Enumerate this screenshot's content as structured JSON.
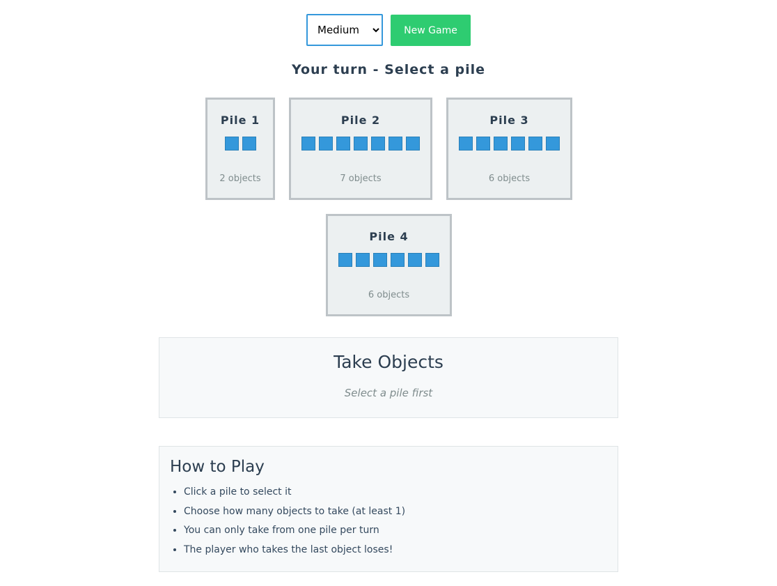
{
  "controls": {
    "difficulty": {
      "selected": "Medium",
      "options": [
        "Medium"
      ]
    },
    "new_game_label": "New Game"
  },
  "status": "Your turn - Select a pile",
  "piles": [
    {
      "title": "Pile 1",
      "count": 2,
      "count_label": "2 objects"
    },
    {
      "title": "Pile 2",
      "count": 7,
      "count_label": "7 objects"
    },
    {
      "title": "Pile 3",
      "count": 6,
      "count_label": "6 objects"
    },
    {
      "title": "Pile 4",
      "count": 6,
      "count_label": "6 objects"
    }
  ],
  "take": {
    "title": "Take Objects",
    "hint": "Select a pile first"
  },
  "howto": {
    "title": "How to Play",
    "rules": [
      "Click a pile to select it",
      "Choose how many objects to take (at least 1)",
      "You can only take from one pile per turn",
      "The player who takes the last object loses!"
    ]
  },
  "colors": {
    "primary": "#3498db",
    "success": "#2ecc71",
    "pile_bg": "#ecf0f1",
    "pile_border": "#bdc3c7",
    "text": "#2c3e50",
    "muted": "#7f8c8d"
  }
}
